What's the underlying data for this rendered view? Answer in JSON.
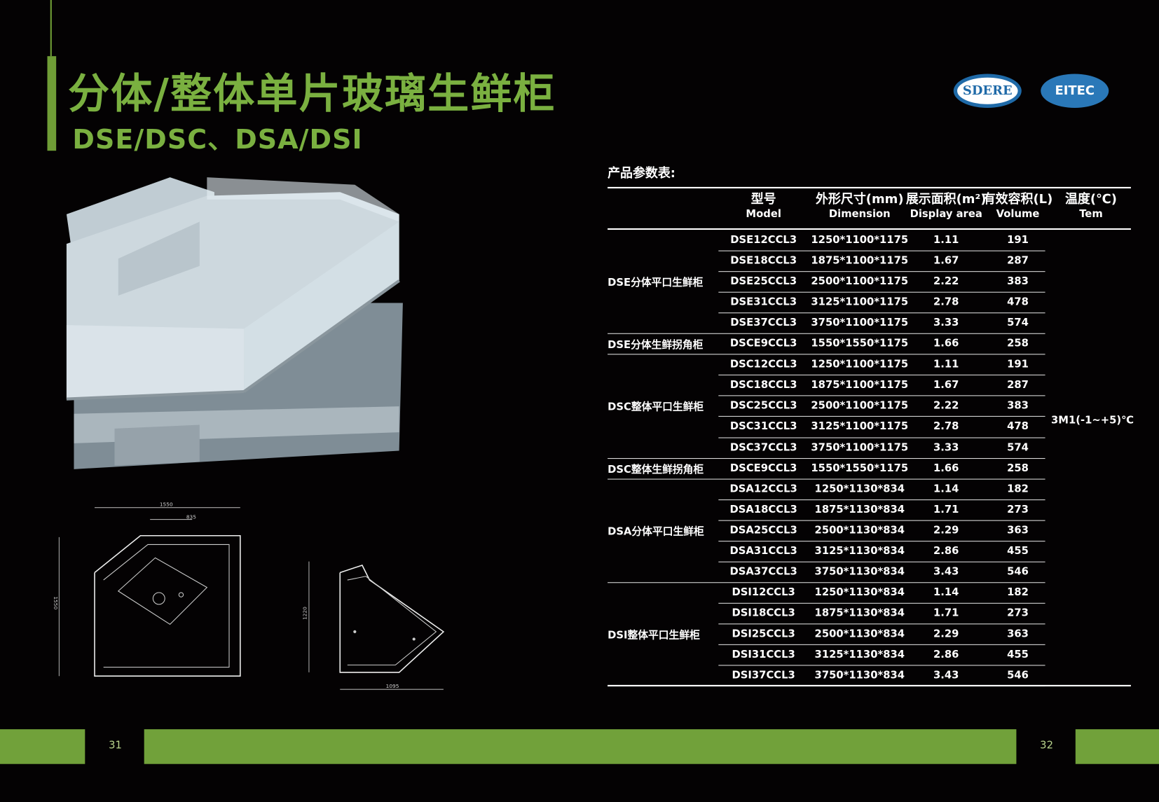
{
  "header": {
    "title": "分体/整体单片玻璃生鲜柜",
    "subtitle": "DSE/DSC、DSA/DSI",
    "logos": [
      "SDERE",
      "EITEC"
    ]
  },
  "params": {
    "title": "产品参数表:",
    "columns": [
      {
        "cn": "型号",
        "en": "Model"
      },
      {
        "cn": "外形尺寸(mm)",
        "en": "Dimension"
      },
      {
        "cn": "展示面积(m²)",
        "en": "Display area"
      },
      {
        "cn": "有效容积(L)",
        "en": "Volume"
      },
      {
        "cn": "温度(℃)",
        "en": "Tem"
      }
    ],
    "temperature": "3M1(-1~+5)℃",
    "groups": [
      {
        "name": "DSE分体平口生鲜柜",
        "rows": [
          {
            "model": "DSE12CCL3",
            "dimension": "1250*1100*1175",
            "area": "1.11",
            "volume": "191"
          },
          {
            "model": "DSE18CCL3",
            "dimension": "1875*1100*1175",
            "area": "1.67",
            "volume": "287"
          },
          {
            "model": "DSE25CCL3",
            "dimension": "2500*1100*1175",
            "area": "2.22",
            "volume": "383"
          },
          {
            "model": "DSE31CCL3",
            "dimension": "3125*1100*1175",
            "area": "2.78",
            "volume": "478"
          },
          {
            "model": "DSE37CCL3",
            "dimension": "3750*1100*1175",
            "area": "3.33",
            "volume": "574"
          }
        ]
      },
      {
        "name": "DSE分体生鲜拐角柜",
        "rows": [
          {
            "model": "DSCE9CCL3",
            "dimension": "1550*1550*1175",
            "area": "1.66",
            "volume": "258"
          }
        ]
      },
      {
        "name": "DSC整体平口生鲜柜",
        "rows": [
          {
            "model": "DSC12CCL3",
            "dimension": "1250*1100*1175",
            "area": "1.11",
            "volume": "191"
          },
          {
            "model": "DSC18CCL3",
            "dimension": "1875*1100*1175",
            "area": "1.67",
            "volume": "287"
          },
          {
            "model": "DSC25CCL3",
            "dimension": "2500*1100*1175",
            "area": "2.22",
            "volume": "383"
          },
          {
            "model": "DSC31CCL3",
            "dimension": "3125*1100*1175",
            "area": "2.78",
            "volume": "478"
          },
          {
            "model": "DSC37CCL3",
            "dimension": "3750*1100*1175",
            "area": "3.33",
            "volume": "574"
          }
        ]
      },
      {
        "name": "DSC整体生鲜拐角柜",
        "rows": [
          {
            "model": "DSCE9CCL3",
            "dimension": "1550*1550*1175",
            "area": "1.66",
            "volume": "258"
          }
        ]
      },
      {
        "name": "DSA分体平口生鲜柜",
        "rows": [
          {
            "model": "DSA12CCL3",
            "dimension": "1250*1130*834",
            "area": "1.14",
            "volume": "182"
          },
          {
            "model": "DSA18CCL3",
            "dimension": "1875*1130*834",
            "area": "1.71",
            "volume": "273"
          },
          {
            "model": "DSA25CCL3",
            "dimension": "2500*1130*834",
            "area": "2.29",
            "volume": "363"
          },
          {
            "model": "DSA31CCL3",
            "dimension": "3125*1130*834",
            "area": "2.86",
            "volume": "455"
          },
          {
            "model": "DSA37CCL3",
            "dimension": "3750*1130*834",
            "area": "3.43",
            "volume": "546"
          }
        ]
      },
      {
        "name": "DSI整体平口生鲜柜",
        "rows": [
          {
            "model": "DSI12CCL3",
            "dimension": "1250*1130*834",
            "area": "1.14",
            "volume": "182"
          },
          {
            "model": "DSI18CCL3",
            "dimension": "1875*1130*834",
            "area": "1.71",
            "volume": "273"
          },
          {
            "model": "DSI25CCL3",
            "dimension": "2500*1130*834",
            "area": "2.29",
            "volume": "363"
          },
          {
            "model": "DSI31CCL3",
            "dimension": "3125*1130*834",
            "area": "2.86",
            "volume": "455"
          },
          {
            "model": "DSI37CCL3",
            "dimension": "3750*1130*834",
            "area": "3.43",
            "volume": "546"
          }
        ]
      }
    ]
  },
  "drawings": {
    "top_view": {
      "width": "1550",
      "inner": "835",
      "depth": "1550"
    },
    "side_view": {
      "height": "1220",
      "depth": "1095"
    }
  },
  "footer": {
    "left_page": "31",
    "right_page": "32"
  },
  "colors": {
    "accent": "#71a13a",
    "title": "#7ab040"
  }
}
